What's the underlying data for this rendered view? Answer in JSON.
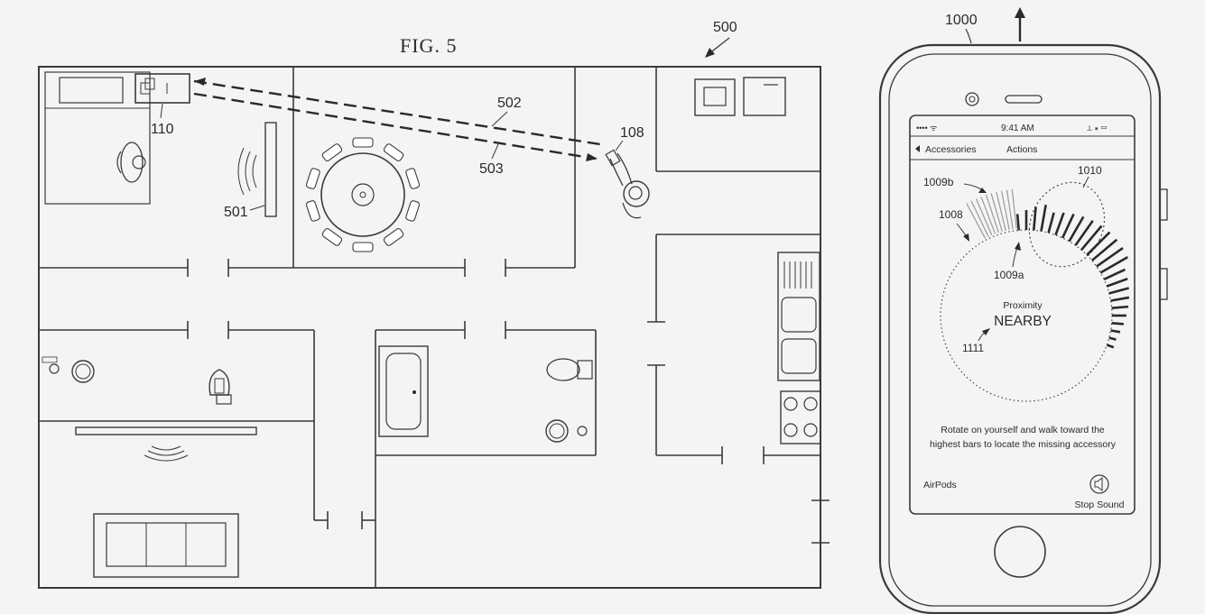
{
  "figure": {
    "title": "FIG. 5",
    "labels": {
      "house": "500",
      "display": "110",
      "user_device": "108",
      "beacon": "501",
      "path_a": "502",
      "path_b": "503",
      "phone": "1000"
    }
  },
  "phone": {
    "status": {
      "carrier": "•••• ᯤ",
      "time": "9:41 AM",
      "icons": "⟂ ∗ ▭"
    },
    "nav": {
      "back": "Accessories",
      "title": "Actions"
    },
    "callouts": {
      "pointer": "1009b",
      "region": "1010",
      "ring": "1008",
      "bars": "1009a",
      "proximity_ref": "1111"
    },
    "proximity_label": "Proximity",
    "proximity_value": "NEARBY",
    "instructions": {
      "line1": "Rotate on yourself and walk toward the",
      "line2": "highest bars to locate the missing accessory"
    },
    "device_name": "AirPods",
    "stop_sound": "Stop Sound"
  },
  "colors": {
    "ink": "#3a3a3a",
    "paper": "#ffffff",
    "background": "#f4f4f4"
  }
}
